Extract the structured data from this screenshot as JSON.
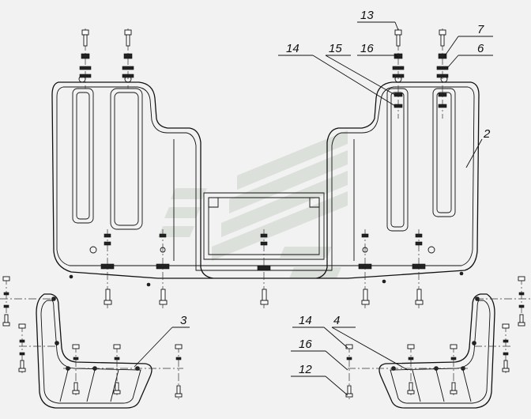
{
  "callouts": {
    "c13": "13",
    "c16a": "16",
    "c14a": "14",
    "c15": "15",
    "c7": "7",
    "c6": "6",
    "c2": "2",
    "c3": "3",
    "c14b": "14",
    "c4": "4",
    "c16b": "16",
    "c12": "12"
  },
  "colors": {
    "background": "#f2f2f2",
    "line": "#111111",
    "watermark": "#c9d1c9"
  }
}
